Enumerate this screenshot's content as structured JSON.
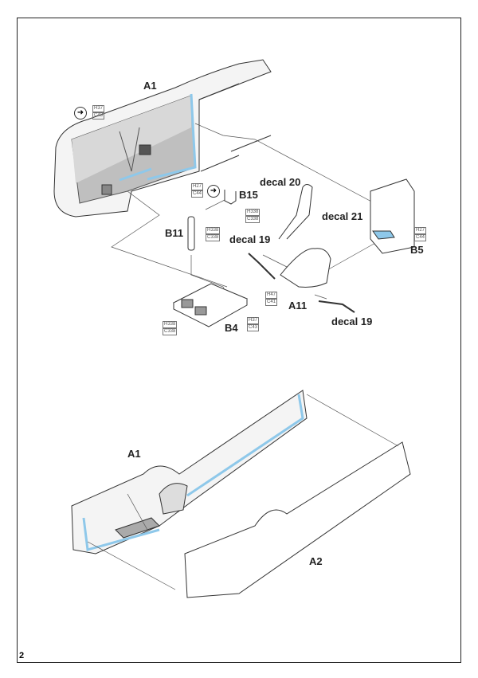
{
  "page_number": "2",
  "colors": {
    "accent": "#8ec8ea",
    "shade": "#bdbdbd"
  },
  "step1": {
    "parts": {
      "a1": "A1",
      "b15": "B15",
      "b11": "B11",
      "b4": "B4",
      "a11": "A11",
      "b5": "B5"
    },
    "decals": {
      "d20": "decal 20",
      "d21": "decal 21",
      "d19a": "decal 19",
      "d19b": "decal 19"
    },
    "paint": {
      "a1_wall": [
        "H37",
        "C43"
      ],
      "a1_floor": [
        "H27",
        "C44"
      ],
      "b15": [
        "H338",
        "C338"
      ],
      "b11": [
        "H338",
        "C338"
      ],
      "b4_cushion": [
        "H338",
        "C338"
      ],
      "b4_base": [
        "H37",
        "C43"
      ],
      "a11": [
        "H47",
        "C41"
      ],
      "b5": [
        "H27",
        "C44"
      ]
    }
  },
  "step2": {
    "parts": {
      "a1": "A1",
      "a2": "A2"
    }
  }
}
